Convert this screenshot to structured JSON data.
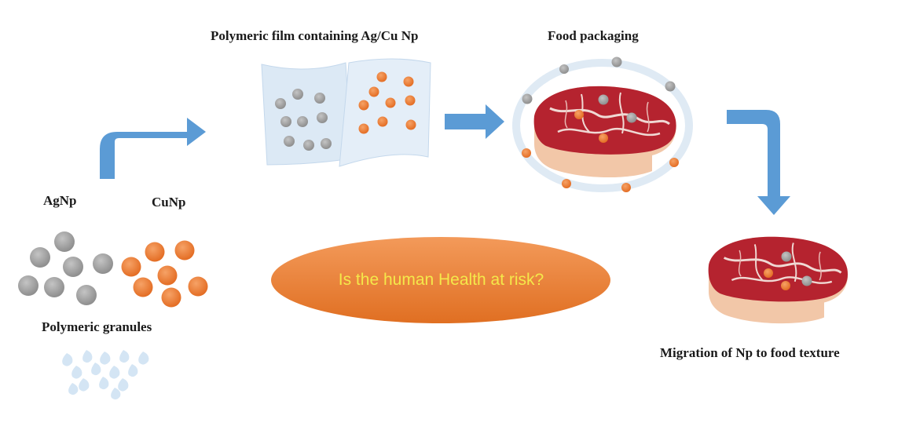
{
  "labels": {
    "film": "Polymeric film containing Ag/Cu Np",
    "packaging": "Food packaging",
    "agnp": "AgNp",
    "cunp": "CuNp",
    "granules": "Polymeric granules",
    "migration": "Migration of Np to food texture"
  },
  "question": "Is the human Health at risk?",
  "colors": {
    "arrow": "#5b9bd5",
    "ag_particle": "#9a9a9a",
    "cu_particle": "#ed7d31",
    "bubble": "#ed7d31",
    "question_text": "#f4e84a",
    "film": "#dce9f5",
    "ring": "#dfeaf4",
    "meat": "#b5232f",
    "fat": "#f2c7a8",
    "granule": "#d4e5f4"
  },
  "icons": [
    "arrow-icon",
    "film-icon",
    "meat-icon",
    "particle-icon",
    "granule-icon"
  ]
}
